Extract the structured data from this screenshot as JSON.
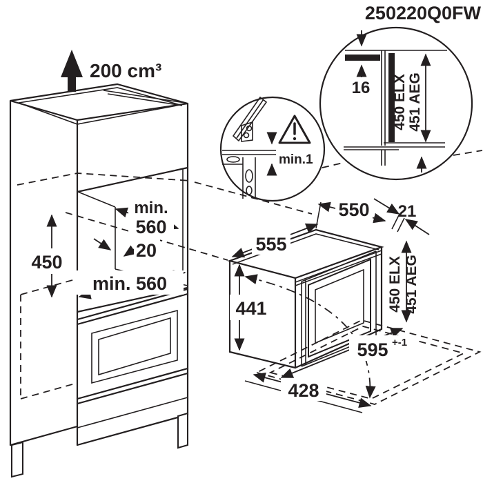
{
  "model_number": "250220Q0FW",
  "ventilation": {
    "volume_label": "200 cm³"
  },
  "cabinet_dimensions": {
    "niche_width_min_prefix": "min.",
    "niche_width_min": "560",
    "rear_gap": "20",
    "niche_height": "450",
    "niche_depth_min": "min. 560"
  },
  "appliance_dimensions": {
    "top_depth": "550",
    "frame_overlap": "21",
    "body_width": "555",
    "body_height": "441",
    "front_width": "595",
    "front_width_tolerance": "+-1",
    "open_door_depth": "428",
    "height_elx": "450 ELX",
    "height_aeg": "451 AEG"
  },
  "top_detail": {
    "panel_thickness": "16",
    "height_elx": "450 ELX",
    "height_aeg": "451 AEG"
  },
  "hinge_detail": {
    "min_gap": "min.1"
  },
  "colors": {
    "line": "#231f20",
    "bg": "#ffffff"
  }
}
